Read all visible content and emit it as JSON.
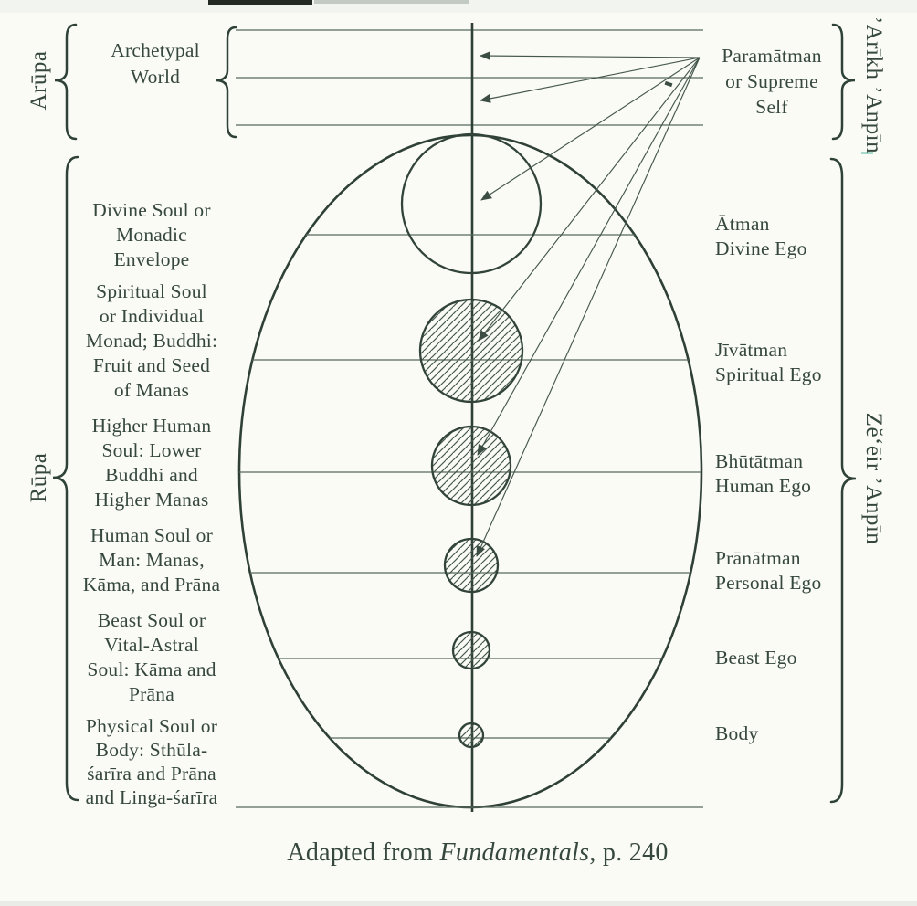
{
  "palette": {
    "paper": "#fafbf5",
    "ink": "#36483e",
    "line": "#57695d"
  },
  "margins": {
    "arupa": "Arūpa",
    "rupa": "Rūpa",
    "arikh_anpin": "’Arīkh ’Anpīn",
    "zeir_anpin": "Zĕ‘ēir ’Anpīn"
  },
  "archetypal_world": [
    "Archetypal",
    "World"
  ],
  "paramatman": [
    "Paramātman",
    "or Supreme",
    "Self"
  ],
  "rows": [
    {
      "left": [
        "Divine Soul or",
        "Monadic",
        "Envelope"
      ],
      "right": [
        "Ātman",
        "Divine Ego"
      ]
    },
    {
      "left": [
        "Spiritual Soul",
        "or Individual",
        "Monad; Buddhi:",
        "Fruit and Seed",
        "of Manas"
      ],
      "right": [
        "Jīvātman",
        "Spiritual Ego"
      ]
    },
    {
      "left": [
        "Higher Human",
        "Soul: Lower",
        "Buddhi and",
        "Higher Manas"
      ],
      "right": [
        "Bhūtātman",
        "Human Ego"
      ]
    },
    {
      "left": [
        "Human Soul or",
        "Man: Manas,",
        "Kāma, and Prāna"
      ],
      "right": [
        "Prānātman",
        "Personal Ego"
      ]
    },
    {
      "left": [
        "Beast Soul or",
        "Vital-Astral",
        "Soul: Kāma and",
        "Prāna"
      ],
      "right": [
        "Beast Ego"
      ]
    },
    {
      "left": [
        "Physical Soul or",
        "Body: Sthūla-",
        "śarīra and Prāna",
        "and Linga-śarīra"
      ],
      "right": [
        "Body"
      ]
    }
  ],
  "caption": {
    "pre": "Adapted from ",
    "italic": "Fundamentals",
    "post": ", p. 240"
  }
}
